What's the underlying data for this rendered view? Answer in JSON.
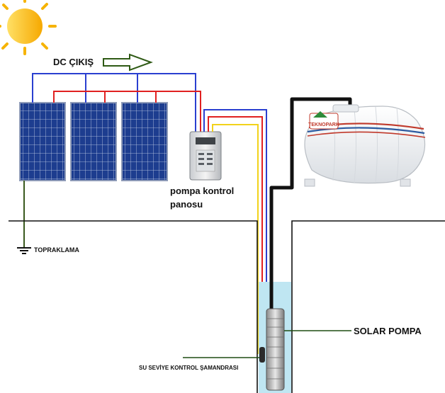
{
  "labels": {
    "dc_output": "DC ÇIKIŞ",
    "pump_control_panel_line1": "pompa kontrol",
    "pump_control_panel_line2": "panosu",
    "grounding": "TOPRAKLAMA",
    "solar_pump": "SOLAR POMPA",
    "level_float": "SU SEVİYE KONTROL ŞAMANDRASI",
    "tank_brand": "TEKNOPARK"
  },
  "colors": {
    "positive_wire": "#e02020",
    "negative_wire": "#2a3fd0",
    "signal_wire": "#f2d21b",
    "pipe": "#111111",
    "ground_wire": "#3a5a1e",
    "panel_blue": "#1d3d8f",
    "well_water": "#bfe6f2",
    "sun_yellow": "#f6b300",
    "tank_white": "#f4f6f8",
    "tank_stripe_red": "#c0392b",
    "tank_stripe_blue": "#2c5aa0"
  },
  "icons": [
    "sun-icon",
    "arrow-right-icon",
    "ground-symbol-icon"
  ]
}
